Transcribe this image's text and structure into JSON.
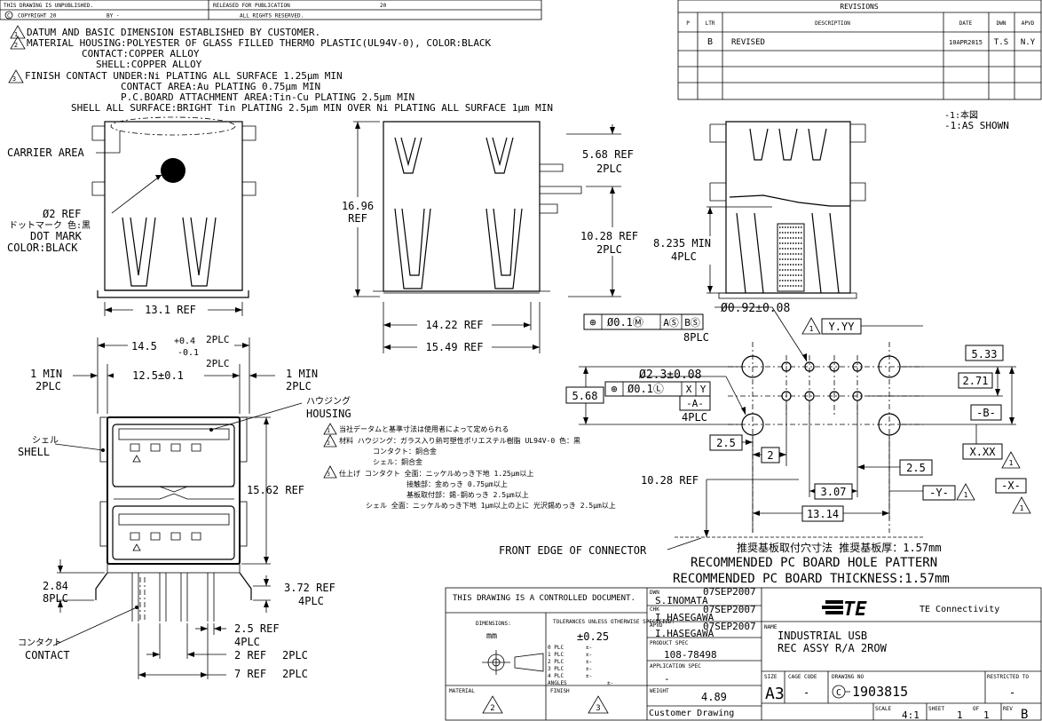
{
  "header": {
    "unpublished": "THIS DRAWING IS UNPUBLISHED.",
    "released": "RELEASED FOR PUBLICATION",
    "released_year": "20",
    "copyright": "COPYRIGHT 20",
    "by": "BY -",
    "rights": "ALL RIGHTS RESERVED."
  },
  "revisions": {
    "title": "REVISIONS",
    "col_p": "P",
    "col_ltr": "LTR",
    "col_desc": "DESCRIPTION",
    "col_date": "DATE",
    "col_dwn": "DWN",
    "col_apvd": "APVD",
    "row_ltr": "B",
    "row_desc": "REVISED",
    "row_date": "10APR2015",
    "row_dwn": "T.S",
    "row_apvd": "N.Y"
  },
  "notes": {
    "n1": "DATUM AND BASIC DIMENSION ESTABLISHED BY CUSTOMER.",
    "n2": "MATERIAL HOUSING:POLYESTER OF GLASS FILLED THERMO PLASTIC(UL94V-0), COLOR:BLACK",
    "n2b": "CONTACT:COPPER ALLOY",
    "n2c": "SHELL:COPPER ALLOY",
    "n3": "FINISH CONTACT UNDER:Ni PLATING ALL SURFACE 1.25μm MIN",
    "n3b": "CONTACT AREA:Au PLATING 0.75μm MIN",
    "n3c": "P.C.BOARD ATTACHMENT AREA:Tin-Cu PLATING 2.5μm MIN",
    "n3d": "SHELL ALL SURFACE:BRIGHT Tin PLATING 2.5μm MIN OVER Ni PLATING ALL SURFACE 1μm MIN",
    "marker1": "1",
    "marker2": "2",
    "marker3": "3"
  },
  "variants": {
    "v1": "-1:本図",
    "v2": "-1:AS SHOWN"
  },
  "jp_notes": {
    "j1": "当社データムと基準寸法は使用者によって定められる",
    "j2": "材料  ハウジング：ガラス入り熱可塑性ポリエステル樹脂  UL94V-0  色：黒",
    "j2b": "コンタクト：銅合金",
    "j2c": "シェル：銅合金",
    "j3": "仕上げ  コンタクト  全面：ニッケルめっき下地  1.25μm以上",
    "j3b": "接触部：金めっき  0.75μm以上",
    "j3c": "基板取付部：錫-銅めっき  2.5μm以上",
    "j3d": "シェル  全面：ニッケルめっき下地  1μm以上の上に  光沢錫めっき  2.5μm以上"
  },
  "labels": {
    "carrier_area": "CARRIER AREA",
    "dia2_ref": "Ø2 REF",
    "dot_jp": "ドットマーク 色:黒",
    "dot_mark": "DOT MARK",
    "color_black": "COLOR:BLACK",
    "dim_13_1": "13.1 REF",
    "dim_16_96": "16.96",
    "ref": "REF",
    "dim_5_68": "5.68 REF",
    "plc2": "2PLC",
    "dim_10_28": "10.28 REF",
    "dim_14_22": "14.22 REF",
    "dim_15_49": "15.49 REF",
    "dim_8_235": "8.235 MIN",
    "plc4": "4PLC",
    "dim_14_5": "14.5",
    "tol_plus": "+0.4",
    "tol_minus": "-0.1",
    "dim_12_5": "12.5±0.1",
    "one_min": "1 MIN",
    "housing_jp": "ハウジング",
    "housing": "HOUSING",
    "shell_jp": "シェル",
    "shell": "SHELL",
    "dim_15_62": "15.62 REF",
    "dim_2_84": "2.84",
    "plc8": "8PLC",
    "dim_3_72": "3.72 REF",
    "dim_2_5": "2.5 REF",
    "dim_2": "2 REF",
    "dim_7": "7 REF",
    "contact_jp": "コンタクト",
    "contact": "CONTACT",
    "dia_0_92": "Ø0.92±0.08",
    "fc1_sym": "⊕",
    "fc1_tol": "Ø0.1Ⓜ",
    "fc1_a": "AⓈ",
    "fc1_b": "BⓈ",
    "dia_2_3": "Ø2.3±0.08",
    "fc2_tol": "Ø0.1Ⓛ",
    "fc2_x": "X",
    "fc2_y": "Y",
    "datum_a": "-A-",
    "datum_b": "-B-",
    "datum_x": "-X-",
    "datum_y": "-Y-",
    "y_yy": "Y.YY",
    "x_xx": "X.XX",
    "d5_68": "5.68",
    "d5_33": "5.33",
    "d2_71": "2.71",
    "d2_5": "2.5",
    "d2": "2",
    "d3_07": "3.07",
    "d13_14": "13.14",
    "front_edge": "FRONT EDGE OF CONNECTOR",
    "rec_jp": "推奨基板取付穴寸法  推奨基板厚：1.57mm",
    "rec1": "RECOMMENDED PC BOARD HOLE PATTERN",
    "rec2": "RECOMMENDED PC BOARD THICKNESS:1.57mm"
  },
  "title_block": {
    "controlled": "THIS DRAWING IS A CONTROLLED DOCUMENT.",
    "dimensions": "DIMENSIONS:",
    "mm": "mm",
    "tolerances": "TOLERANCES UNLESS OTHERWISE SPECIFIED:",
    "tol_val": "±0.25",
    "plc0": "0 PLC",
    "plc1": "1 PLC",
    "plc2": "2 PLC",
    "plc3": "3 PLC",
    "plc4": "4 PLC",
    "angles": "ANGLES",
    "pm": "±-",
    "material": "MATERIAL",
    "finish": "FINISH",
    "dwn": "DWN",
    "dwn_date": "07SEP2007",
    "dwn_name": "S.INOMATA",
    "chk": "CHK",
    "chk_date": "07SEP2007",
    "chk_name": "I.HASEGAWA",
    "apvd": "APVD",
    "apvd_date": "07SEP2007",
    "apvd_name": "I.HASEGAWA",
    "product_spec": "PRODUCT SPEC",
    "product_spec_val": "108-78498",
    "application_spec": "APPLICATION SPEC",
    "application_spec_val": "-",
    "weight": "WEIGHT",
    "weight_val": "4.89",
    "customer": "Customer Drawing",
    "company": "TE Connectivity",
    "logo": "TE",
    "name_lbl": "NAME",
    "name1": "INDUSTRIAL USB",
    "name2": "REC ASSY R/A 2ROW",
    "size": "SIZE",
    "size_val": "A3",
    "cage": "CAGE CODE",
    "cage_val": "-",
    "drawing_no": "DRAWING NO",
    "drawing_no_val": "1903815",
    "restricted": "RESTRICTED TO",
    "restricted_val": "-",
    "scale": "SCALE",
    "scale_val": "4:1",
    "sheet": "SHEET",
    "sheet_val": "1",
    "of": "OF",
    "of_val": "1",
    "rev": "REV",
    "rev_val": "B"
  }
}
